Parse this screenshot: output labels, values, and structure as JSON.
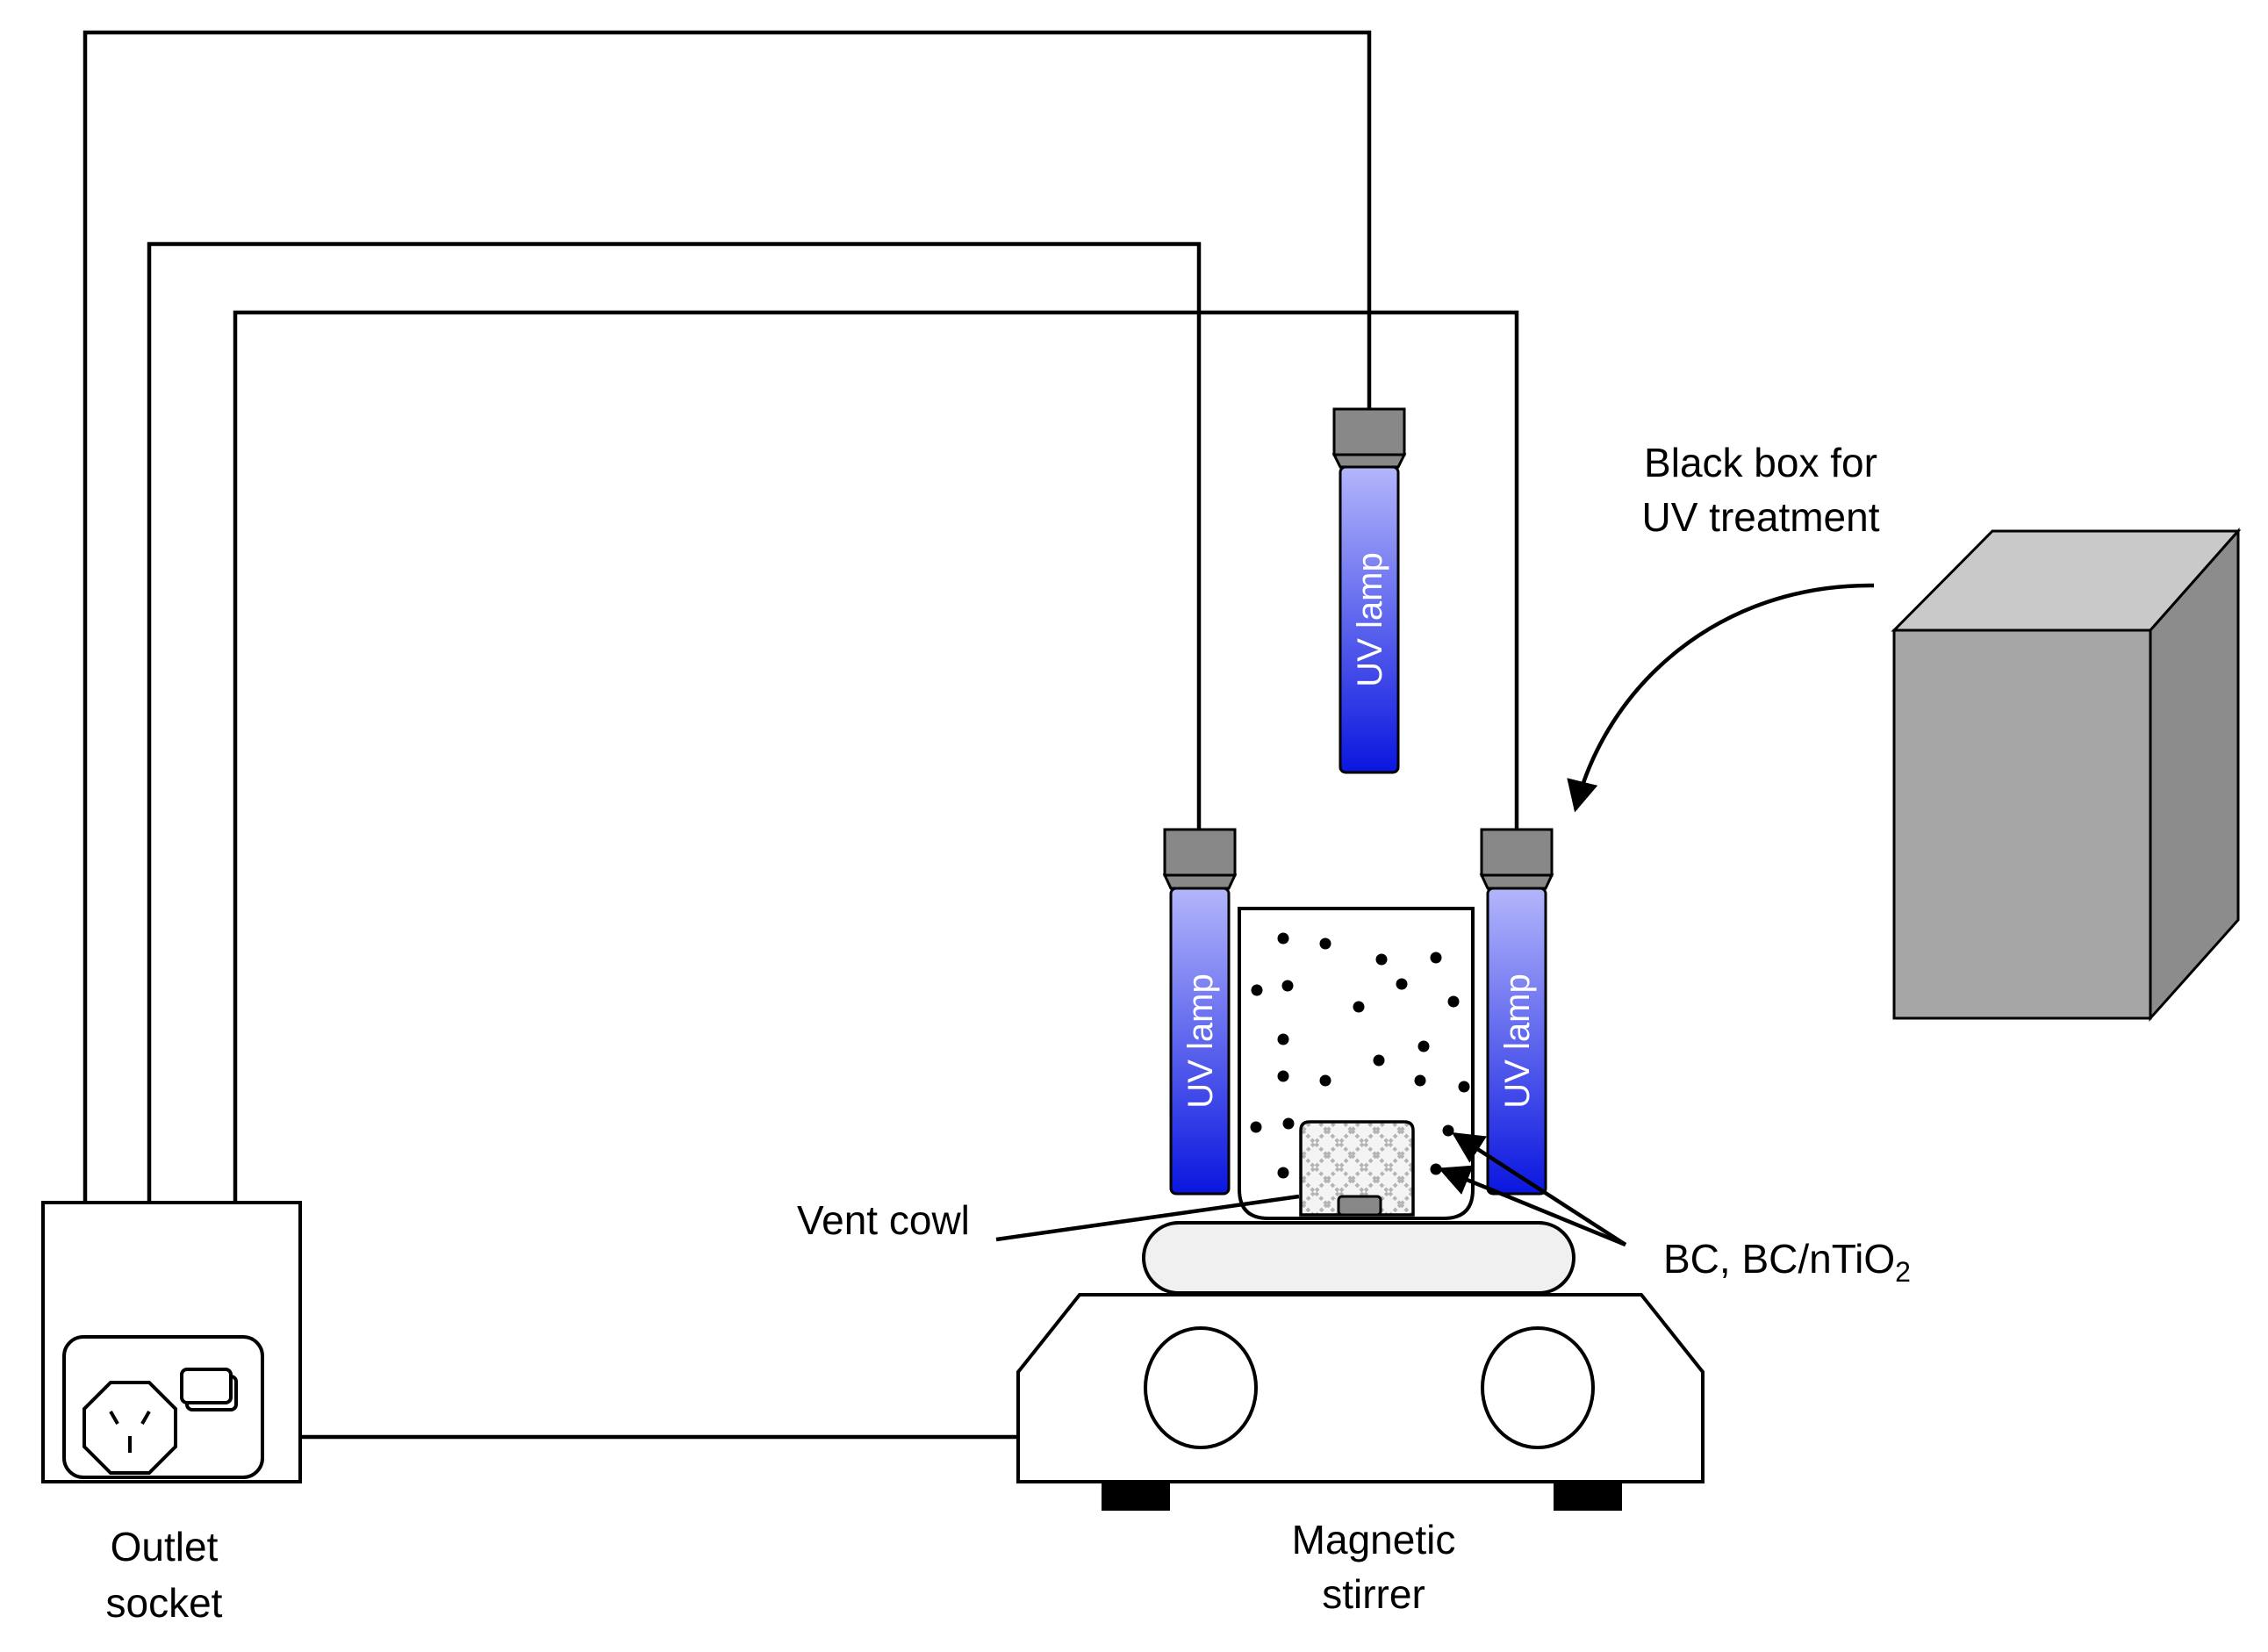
{
  "labels": {
    "uv_lamp": "UV lamp",
    "black_box_line1": "Black box for",
    "black_box_line2": "UV treatment",
    "vent_cowl": "Vent cowl",
    "bc_prefix": "BC, BC/nTiO",
    "bc_subscript": "2",
    "outlet_line1": "Outlet",
    "outlet_line2": "socket",
    "stirrer_line1": "Magnetic",
    "stirrer_line2": "stirrer"
  },
  "colors": {
    "lamp_top": "#b3b6fb",
    "lamp_bottom": "#0a16df",
    "lamp_cap": "#888888",
    "box_front": "#a6a6a6",
    "box_top": "#c9c9c9",
    "box_side": "#8c8c8c",
    "platform": "#f0f0f0"
  }
}
